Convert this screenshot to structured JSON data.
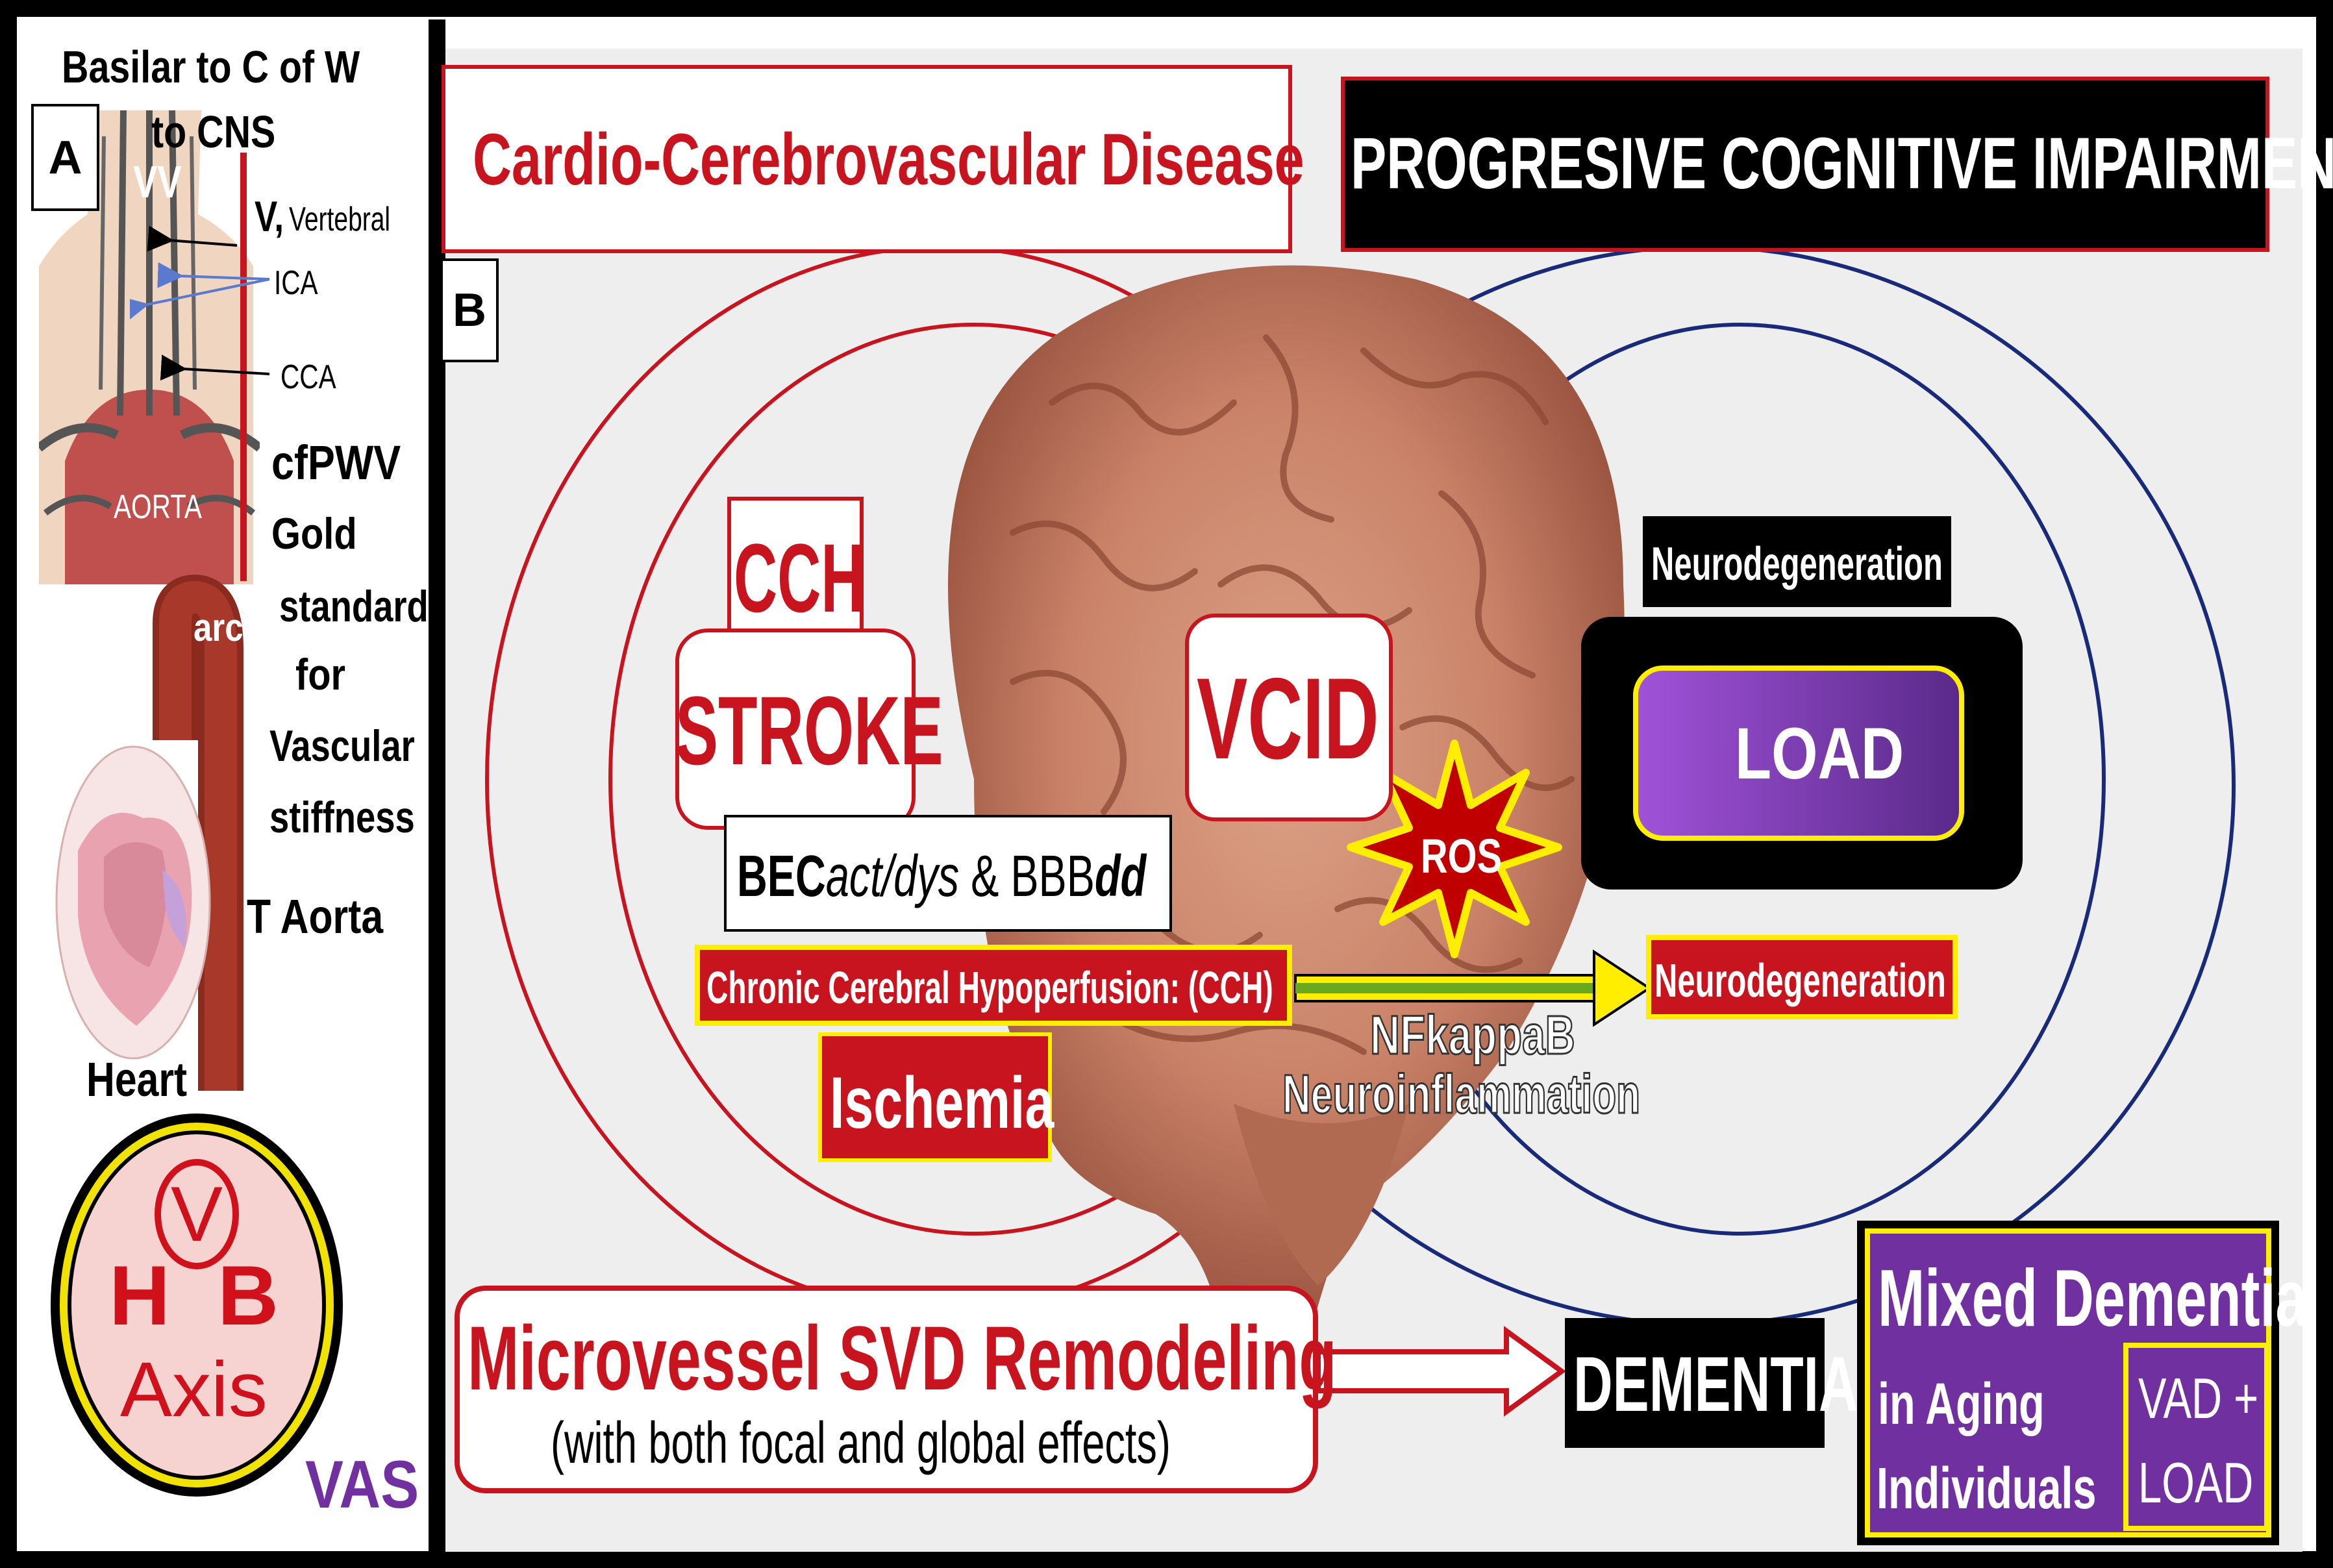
{
  "panel_a": {
    "letter": "A",
    "title_line1": "Basilar  to  C of W",
    "title_line2": "to CNS",
    "label_vw": "VV",
    "label_v": "V,",
    "label_vertebral": "Vertebral",
    "label_ica": "ICA",
    "label_cca": "CCA",
    "label_aorta": "AORTA",
    "label_cfpwv": "cfPWV",
    "label_gold": "Gold",
    "label_standard": "standard",
    "label_for": "for",
    "label_vascular": "Vascular",
    "label_stiffness": "stiffness",
    "label_arch": "arch",
    "label_taorta": "T Aorta",
    "label_heart": "Heart",
    "logo_v": "V",
    "logo_h": "H",
    "logo_b": "B",
    "logo_axis": "Axis",
    "vas": "VAS"
  },
  "panel_b": {
    "letter": "B",
    "ccvd": "Cardio-Cerebrovascular  Disease",
    "pci": "PROGRESIVE COGNITIVE IMPAIRMENT",
    "cch": "CCH",
    "stroke": "STROKE",
    "vcid": "VCID",
    "bec_main": "BEC",
    "bec_italic": "act/dys",
    "bec_amp": " & BBB",
    "bec_dd": "dd",
    "chronic": "Chronic Cerebral Hypoperfusion: (CCH)",
    "ischemia": "Ischemia",
    "ros": "ROS",
    "nfkappab": "NFkappaB",
    "neuroinflammation": "Neuroinflammation",
    "neurodeg_top": "Neurodegeneration",
    "neurodeg_red": "Neurodegeneration",
    "load": "LOAD",
    "microvessel": "Microvessel SVD Remodeling",
    "microvessel_sub": "(with both focal and global effects)",
    "dementias": "DEMENTIAs",
    "mixed": "Mixed Dementia",
    "aging1": "in Aging",
    "aging2": "Individuals",
    "vad": "VAD +",
    "vad_load": "LOAD"
  },
  "colors": {
    "red": "#c8141e",
    "dark_red": "#b01018",
    "navy": "#1a2a7a",
    "purple": "#7030a0",
    "yellow": "#ffee00",
    "black": "#000000"
  }
}
